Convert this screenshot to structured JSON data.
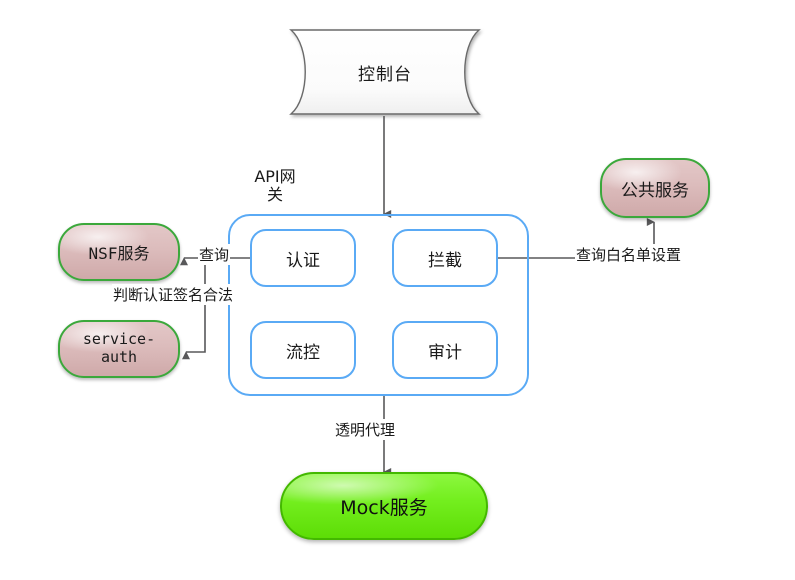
{
  "diagram": {
    "title_node": "控制台",
    "gateway": {
      "label": "API网关",
      "label_line1": "API网",
      "label_line2": "关",
      "modules": [
        {
          "id": "auth",
          "label": "认证"
        },
        {
          "id": "block",
          "label": "拦截"
        },
        {
          "id": "flow",
          "label": "流控"
        },
        {
          "id": "audit",
          "label": "审计"
        }
      ]
    },
    "nodes": [
      {
        "id": "console",
        "label": "控制台",
        "shape": "document",
        "color": "#f7f7f7"
      },
      {
        "id": "nsf",
        "label": "NSF服务",
        "shape": "pill",
        "color": "#dcbcbc"
      },
      {
        "id": "service_auth",
        "label_line1": "service-",
        "label_line2": "auth",
        "label": "service-auth",
        "shape": "pill",
        "color": "#dcbcbc"
      },
      {
        "id": "public",
        "label": "公共服务",
        "shape": "pill",
        "color": "#dcbcbc"
      },
      {
        "id": "mock",
        "label": "Mock服务",
        "shape": "pill",
        "color": "#74ef1f"
      }
    ],
    "edges": [
      {
        "id": "console-to-gateway",
        "from": "console",
        "to": "gateway",
        "label": ""
      },
      {
        "id": "gateway-to-nsf",
        "from": "认证",
        "to": "NSF服务",
        "label": "查询"
      },
      {
        "id": "gateway-to-service-auth",
        "from": "认证",
        "to": "service-auth",
        "label": "判断认证签名合法"
      },
      {
        "id": "block-to-public",
        "from": "拦截",
        "to": "公共服务",
        "label": "查询白名单设置"
      },
      {
        "id": "gateway-to-mock",
        "from": "gateway",
        "to": "Mock服务",
        "label": "透明代理"
      }
    ],
    "edge_labels": {
      "query": "查询",
      "sign_check": "判断认证签名合法",
      "whitelist": "查询白名单设置",
      "transparent_proxy": "透明代理"
    },
    "colors": {
      "gateway_border": "#5aaaf5",
      "module_border": "#5aaaf5",
      "pill_fill": "#dcbcbc",
      "pill_border": "#3ba83b",
      "mock_fill": "#74ef1f",
      "mock_border": "#43b800",
      "connector": "#58585a",
      "console_fill": "#f7f7f7",
      "text": "#1a1a1a"
    }
  }
}
